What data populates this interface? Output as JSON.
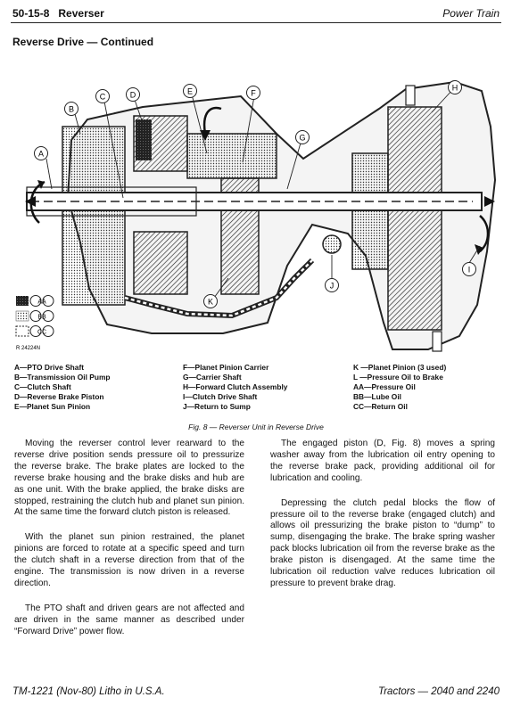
{
  "header": {
    "section_number": "50-15-8",
    "section_name": "Reverser",
    "chapter": "Power Train"
  },
  "section_title": "Reverse Drive — Continued",
  "figure": {
    "callouts": [
      "A",
      "B",
      "C",
      "D",
      "E",
      "F",
      "G",
      "H",
      "I",
      "J",
      "K"
    ],
    "key": [
      {
        "code": "AA"
      },
      {
        "code": "BB"
      },
      {
        "code": "CC"
      }
    ],
    "image_code": "R 24224N",
    "caption": "Fig. 8 — Reverser Unit in Reverse Drive"
  },
  "legend": {
    "col1": [
      "A—PTO Drive Shaft",
      "B—Transmission Oil Pump",
      "C—Clutch Shaft",
      "D—Reverse Brake Piston",
      "E—Planet Sun Pinion"
    ],
    "col2": [
      "F—Planet Pinion Carrier",
      "G—Carrier Shaft",
      "H—Forward Clutch Assembly",
      "I—Clutch Drive Shaft",
      "J—Return to Sump"
    ],
    "col3": [
      "K —Planet Pinion (3 used)",
      "L —Pressure Oil to Brake",
      "AA—Pressure Oil",
      "BB—Lube Oil",
      "CC—Return Oil"
    ]
  },
  "body": {
    "left": [
      "Moving the reverser control lever rearward to the reverse drive position sends pressure oil to pressurize the reverse brake. The brake plates are locked to the reverse brake housing and the brake disks and hub are as one unit. With the brake applied, the brake disks are stopped, restraining the clutch hub and planet sun pinion. At the same time the forward clutch piston is released.",
      "With the planet sun pinion restrained, the planet pinions are forced to rotate at a specific speed and turn the clutch shaft in a reverse direction from that of the engine. The transmission is now driven in a reverse direction.",
      "The PTO shaft and driven gears are not affected and are driven in the same manner as described under “Forward Drive” power flow."
    ],
    "right": [
      "The engaged piston (D, Fig. 8) moves a spring washer away from the lubrication oil entry opening to the reverse brake pack, providing additional oil for lubrication and cooling.",
      "Depressing the clutch pedal blocks the flow of pressure oil to the reverse brake (engaged clutch) and allows oil pressurizing the brake piston to “dump” to sump, disengaging the brake. The brake spring washer pack blocks lubrication oil from the reverse brake as the brake piston is disengaged. At the same time the lubrication oil reduction valve reduces lubrication oil pressure to prevent brake drag."
    ]
  },
  "footer": {
    "left": "TM-1221 (Nov-80) Litho in U.S.A.",
    "right": "Tractors — 2040 and 2240"
  }
}
